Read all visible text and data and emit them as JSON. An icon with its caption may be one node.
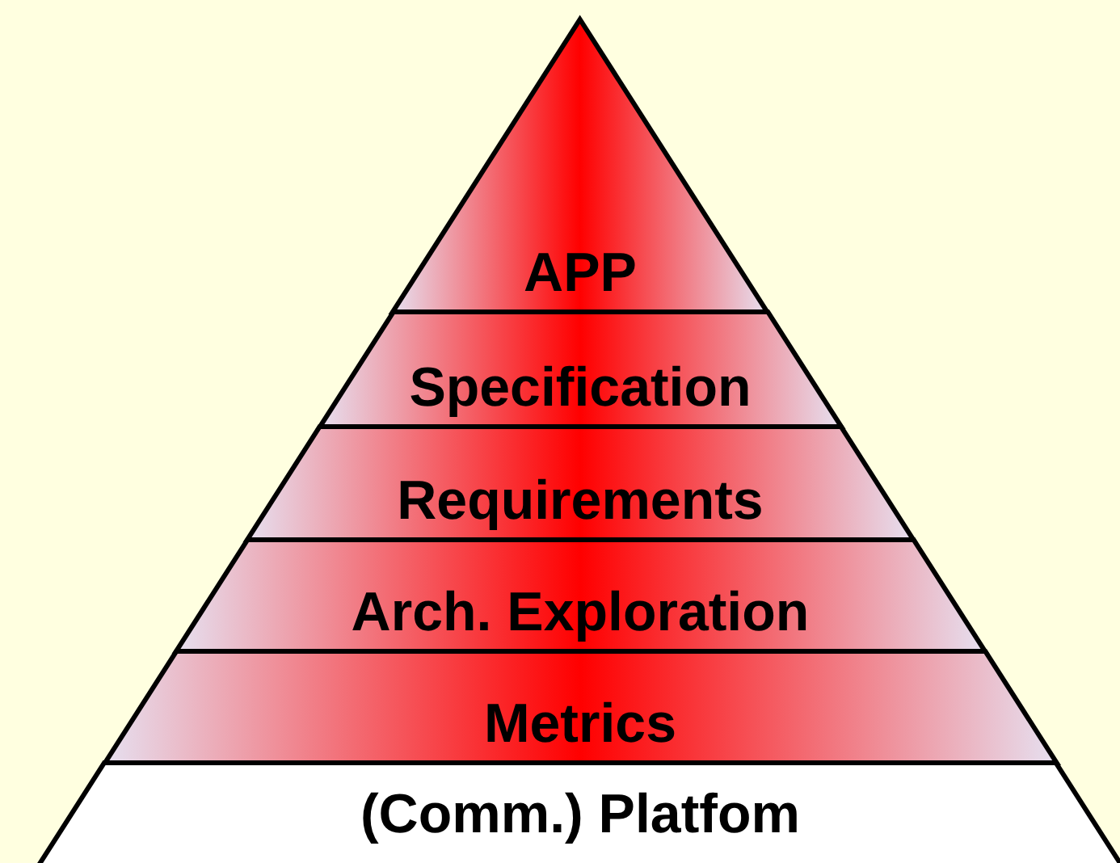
{
  "diagram": {
    "nodes": [
      {
        "text": [
          "APP"
        ]
      },
      {
        "text": [
          "Specification"
        ]
      },
      {
        "text": [
          "Requirements"
        ]
      },
      {
        "text": [
          "Arch. Exploration"
        ]
      },
      {
        "text": [
          "Metrics"
        ]
      },
      {
        "text": [
          "(Comm.) Platfom"
        ]
      }
    ]
  }
}
